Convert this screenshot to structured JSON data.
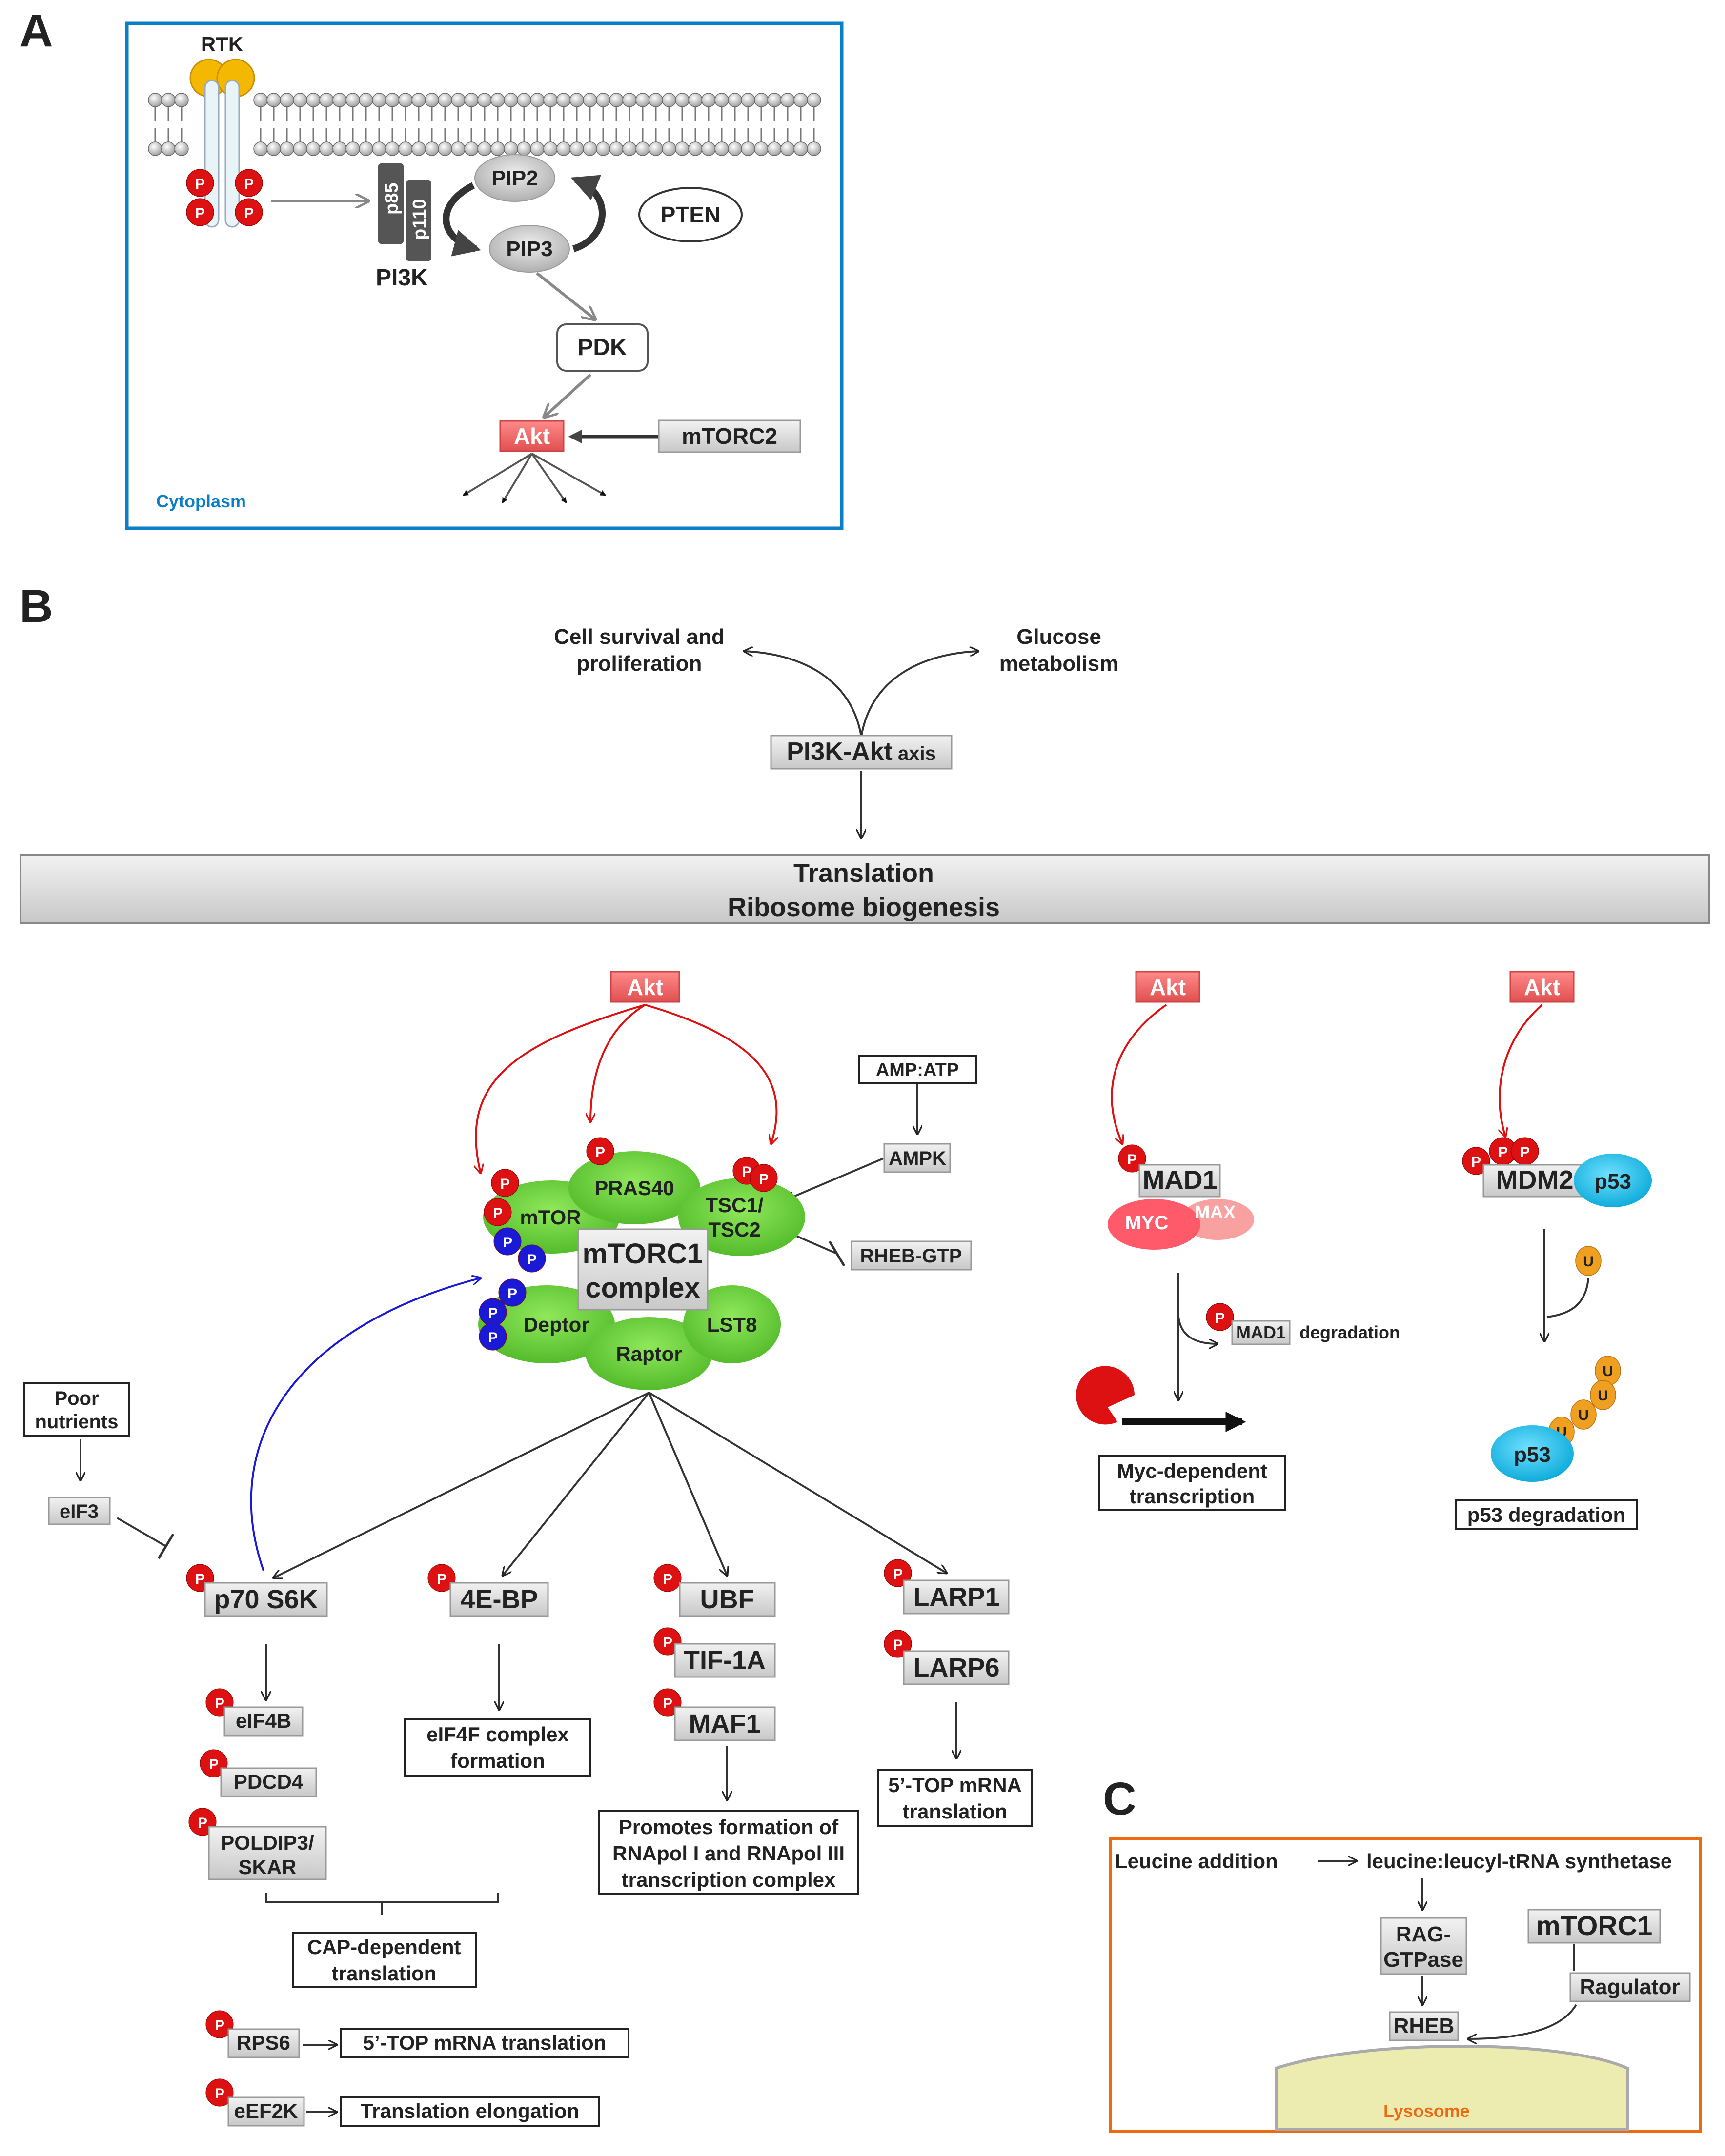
{
  "panels": {
    "a": "A",
    "b": "B",
    "c": "C"
  },
  "panel_a": {
    "rtk": "RTK",
    "p": "P",
    "p85": "p85",
    "p110": "p110",
    "pi3k": "PI3K",
    "pip2": "PIP2",
    "pip3": "PIP3",
    "pten": "PTEN",
    "pdk": "PDK",
    "akt": "Akt",
    "mtorc2": "mTORC2",
    "cytoplasm": "Cytoplasm"
  },
  "panel_b": {
    "cell_survival_1": "Cell survival and",
    "cell_survival_2": "proliferation",
    "glucose_1": "Glucose",
    "glucose_2": "metabolism",
    "axis_main": "PI3K-Akt",
    "axis_suffix": " axis",
    "translation": "Translation",
    "ribosome": "Ribosome biogenesis",
    "akt": "Akt",
    "amp_atp": "AMP:ATP",
    "ampk": "AMPK",
    "rheb_gtp": "RHEB-GTP",
    "pras40": "PRAS40",
    "mtor": "mTOR",
    "tsc_1": "TSC1/",
    "tsc_2": "TSC2",
    "mtorc1_1": "mTORC1",
    "mtorc1_2": "complex",
    "deptor": "Deptor",
    "raptor": "Raptor",
    "lst8": "LST8",
    "mad1": "MAD1",
    "myc": "MYC",
    "max": "MAX",
    "mad1_degradation": "degradation",
    "myc_dep_1": "Myc-dependent",
    "myc_dep_2": "transcription",
    "mdm2": "MDM2",
    "p53": "p53",
    "u": "U",
    "p53_degradation": "p53 degradation",
    "poor_1": "Poor",
    "poor_2": "nutrients",
    "eif3": "eIF3",
    "p70s6k": "p70 S6K",
    "ebp": "4E-BP",
    "ubf": "UBF",
    "tif1a": "TIF-1A",
    "maf1": "MAF1",
    "larp1": "LARP1",
    "larp6": "LARP6",
    "eif4b": "eIF4B",
    "pdcd4": "PDCD4",
    "poldip_1": "POLDIP3/",
    "poldip_2": "SKAR",
    "eif4f_1": "eIF4F complex",
    "eif4f_2": "formation",
    "promotes_1": "Promotes formation of",
    "promotes_2": "RNApol I and RNApol III",
    "promotes_3": "transcription complex",
    "top_1": "5’-TOP mRNA",
    "top_2": "translation",
    "cap_1": "CAP-dependent",
    "cap_2": "translation",
    "rps6": "RPS6",
    "rps6_out": "5’-TOP mRNA translation",
    "eef2k": "eEF2K",
    "eef2k_out": "Translation elongation"
  },
  "panel_c": {
    "leucine": "Leucine addition",
    "leucyl": "leucine:leucyl-tRNA synthetase",
    "rag_1": "RAG-",
    "rag_2": "GTPase",
    "mtorc1": "mTORC1",
    "ragulator": "Ragulator",
    "rheb": "RHEB",
    "lysosome": "Lysosome"
  },
  "colors": {
    "akt_fill": "#f07070",
    "green": "#6fd13f",
    "phospho_red": "#dd1111",
    "phospho_blue": "#1a1ad6",
    "cyan": "#19c5f0",
    "orange": "#f0a020",
    "frame_a": "#0b7fc6",
    "frame_c": "#ee6a10",
    "inhibit_blue_arrow": "#1a1ad6",
    "activating_red_arrow": "#dd1111"
  }
}
